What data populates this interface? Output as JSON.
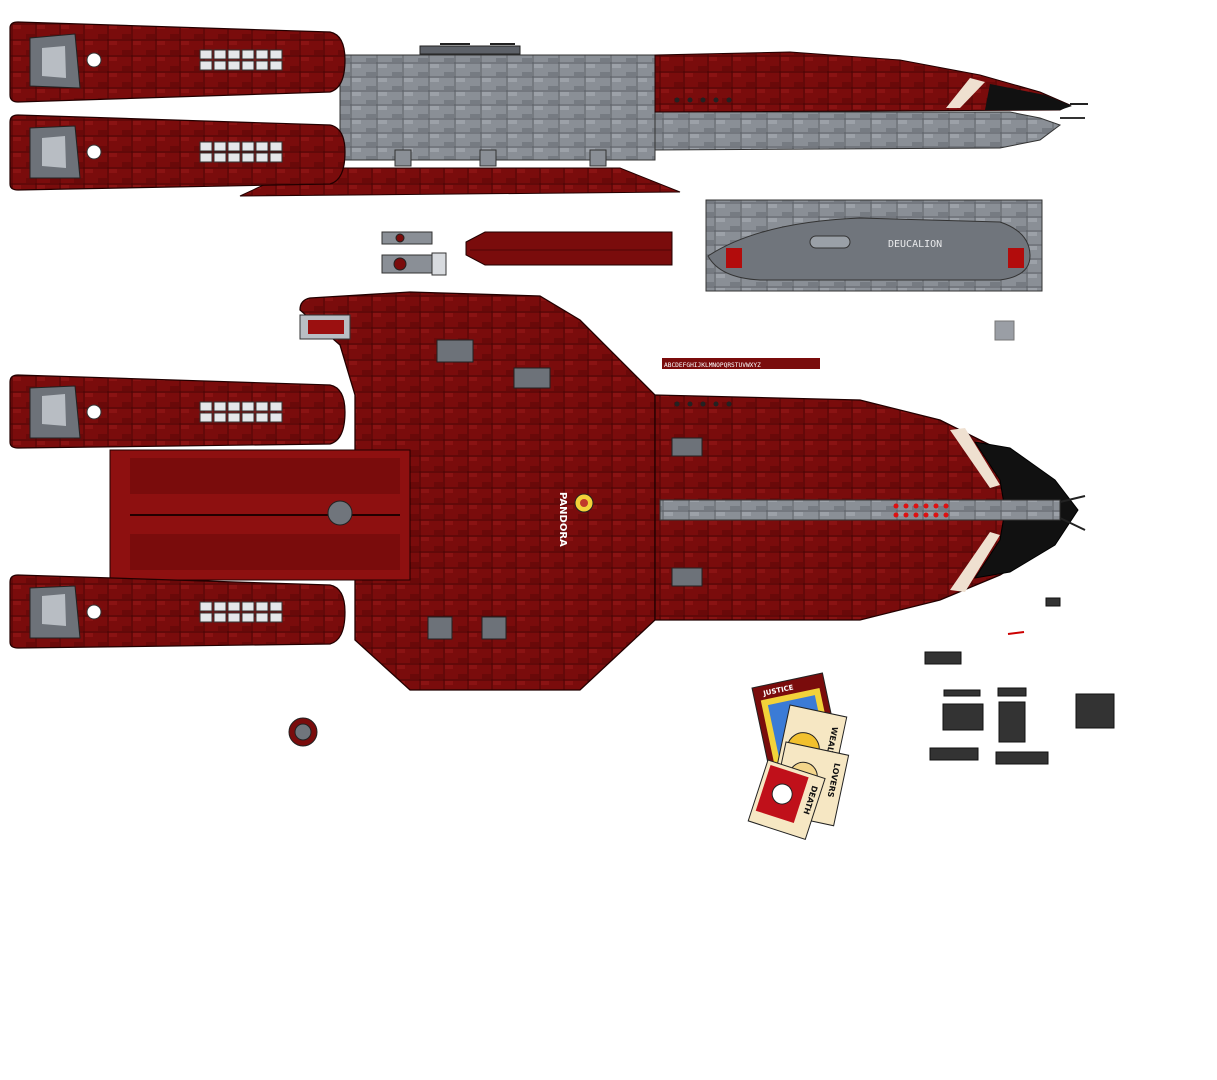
{
  "sheet": {
    "name_plate": "PANDORA",
    "deck_plate": "DEUCALION",
    "alphabet_strip": "ABCDEFGHIJKLMNOPQRSTUVWXYZ",
    "cards": [
      {
        "title": "JUSTICE"
      },
      {
        "title": "WEALTH"
      },
      {
        "title": "LOVERS"
      },
      {
        "title": "DEATH"
      }
    ]
  },
  "colors": {
    "hull_red": "#7a0c0c",
    "hull_red_dark": "#4e0606",
    "hull_red_mid": "#8c1414",
    "hull_grey": "#8a8f96",
    "hull_grey_dark": "#5d6168",
    "panel_line": "#2a0000",
    "nose_black": "#111111",
    "stripe_cream": "#efe0d0"
  }
}
